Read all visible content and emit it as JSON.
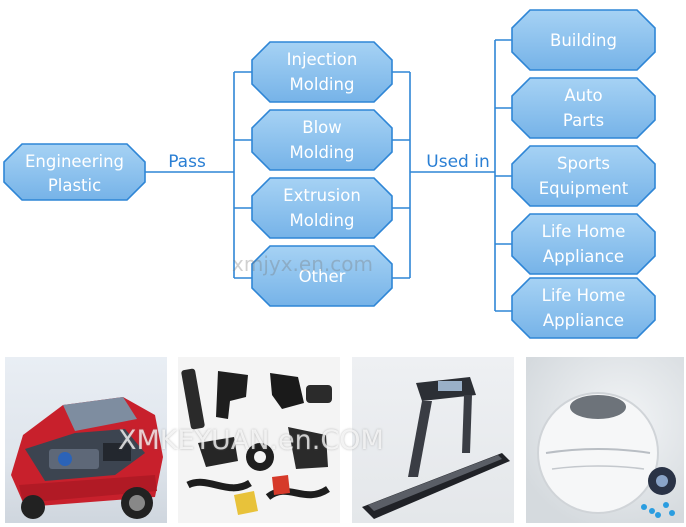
{
  "source_node": {
    "lines": [
      "Engineering",
      "Plastic"
    ]
  },
  "edge_labels": {
    "pass": "Pass",
    "used_in": "Used in"
  },
  "processes": [
    {
      "lines": [
        "Injection",
        "Molding"
      ]
    },
    {
      "lines": [
        "Blow",
        "Molding"
      ]
    },
    {
      "lines": [
        "Extrusion",
        "Molding"
      ]
    },
    {
      "lines": [
        "Other"
      ]
    }
  ],
  "applications": [
    {
      "lines": [
        "Building"
      ]
    },
    {
      "lines": [
        "Auto",
        "Parts"
      ]
    },
    {
      "lines": [
        "Sports",
        "Equipment"
      ]
    },
    {
      "lines": [
        "Life Home",
        "Appliance"
      ]
    },
    {
      "lines": [
        "Life Home",
        "Appliance"
      ]
    }
  ],
  "watermarks": {
    "diagram": "xmjyx.en.com",
    "photos": "XMKEYUAN.en.COM"
  },
  "colors": {
    "node_fill": "#8bc2ee",
    "node_stroke": "#2f86d6",
    "connector": "#2f86d6",
    "label": "#2a7fd4"
  },
  "photos": [
    {
      "subject": "car-engine-icon"
    },
    {
      "subject": "plastic-parts-icon"
    },
    {
      "subject": "treadmill-icon"
    },
    {
      "subject": "appliance-icon"
    }
  ]
}
